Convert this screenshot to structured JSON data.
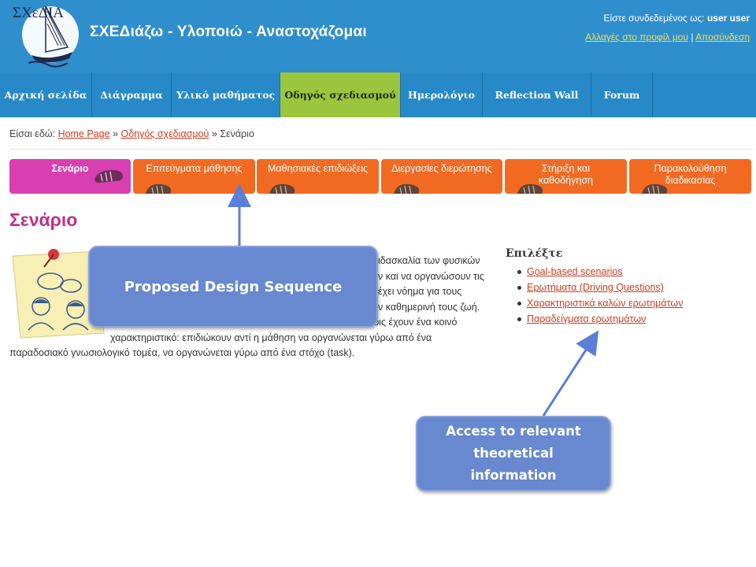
{
  "header": {
    "logo_text": "ΣΧεΔΙΑ",
    "site_title": "ΣΧΕΔιάζω - Υλοποιώ - Αναστοχάζομαι",
    "logged_in_prefix": "Είστε συνδεδεμένος ως:",
    "logged_in_user": "user user",
    "profile_link": "Αλλαγές στο προφίλ μου",
    "link_separator": "|",
    "logout_link": "Αποσύνδεση"
  },
  "nav": {
    "items": [
      {
        "label": "Αρχική σελίδα"
      },
      {
        "label": "Διάγραμμα"
      },
      {
        "label": "Υλικό μαθήματος"
      },
      {
        "label": "Οδηγός σχεδιασμού"
      },
      {
        "label": "Ημερολόγιο"
      },
      {
        "label": "Reflection Wall"
      },
      {
        "label": "Forum"
      }
    ],
    "active": "Οδηγός σχεδιασμού"
  },
  "breadcrumb": {
    "prefix": "Είσαι εδώ:",
    "home": "Home Page",
    "sep1": "»",
    "guide": "Οδηγός σχεδιασμού",
    "sep2": "»",
    "current": "Σενάριο"
  },
  "steps": [
    {
      "line1": "Σενάριο",
      "line2": ""
    },
    {
      "line1": "Επιτεύγματα μάθησης",
      "line2": ""
    },
    {
      "line1": "Μαθησιακές επιδιώξεις",
      "line2": ""
    },
    {
      "line1": "Διεργασίες διερώτησης",
      "line2": ""
    },
    {
      "line1": "Στήριξη και",
      "line2": "καθοδήγηση"
    },
    {
      "line1": "Παρακολούθηση",
      "line2": "διαδικασίας"
    }
  ],
  "active_step": "Σενάριο",
  "page_title": "Σενάριο",
  "body_lines": [
    "ιδασκαλία των φυσικών",
    "ν και να οργανώσουν τις",
    "έχει νόημα για τους",
    "ν καθημερινή τους ζωή.",
    "Παρόλο που υπάρχει ποικιλία τέτοιων προσεγγίσεων, εντούτοις έχουν ένα κοινό",
    "χαρακτηριστικό: επιδιώκουν αντί η μάθηση να οργανώνεται γύρω από ένα",
    "παραδοσιακό γνωσιολογικό τομέα, να οργανώνεται γύρω από ένα στόχο (task)."
  ],
  "choose": {
    "title": "Επιλέξτε",
    "links": [
      "Goal-based scenarios",
      "Ερωτήματα (Driving Questions)",
      "Χαρακτηριστικά καλών ερωτημάτων",
      "Παραδείγματα ερωτημάτων"
    ]
  },
  "annotations": {
    "callout1": "Proposed Design Sequence",
    "callout2_lines": [
      "Access to relevant",
      "theoretical",
      "information"
    ]
  },
  "colors": {
    "header_bg": "#2f8fcd",
    "nav_active": "#9bc53d",
    "step_orange": "#f26a22",
    "step_active": "#d93fb0",
    "link_red": "#d03a1e",
    "title_magenta": "#c02e8c",
    "callout_blue": "#6888cf"
  }
}
